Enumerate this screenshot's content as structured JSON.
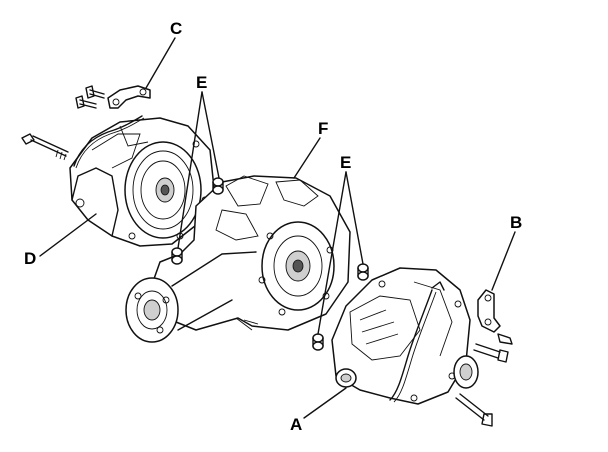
{
  "callouts": {
    "a": "A",
    "b": "B",
    "c": "C",
    "d": "D",
    "e_top": "E",
    "e_right": "E",
    "f": "F"
  },
  "colors": {
    "ink": "#111111",
    "background": "#ffffff",
    "shade": "#cfcfcf"
  }
}
